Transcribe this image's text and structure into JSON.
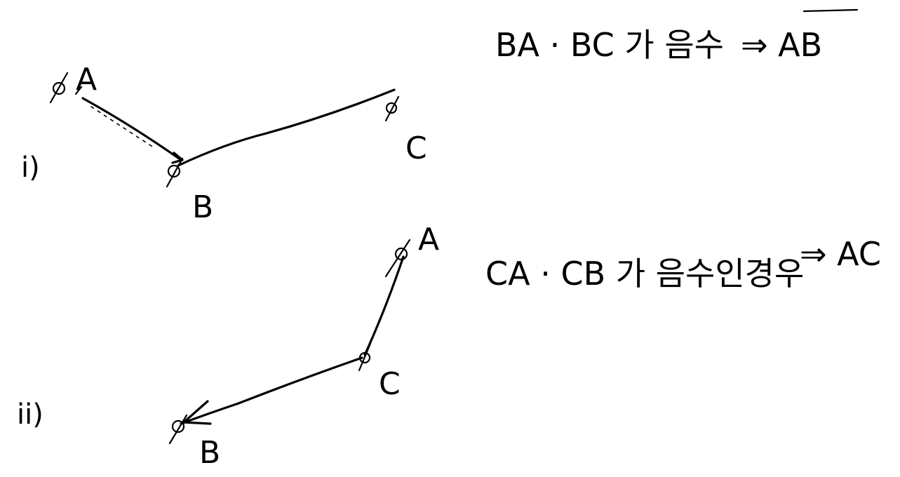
{
  "cases": [
    {
      "marker": "i)",
      "points": {
        "A": "A",
        "B": "B",
        "C": "C"
      },
      "condition": "BA · BC 가 음수",
      "result": "⇒ AB"
    },
    {
      "marker": "ii)",
      "points": {
        "A": "A",
        "B": "B",
        "C": "C"
      },
      "condition": "CA · CB 가 음수인경우",
      "result": "⇒ AC"
    }
  ]
}
